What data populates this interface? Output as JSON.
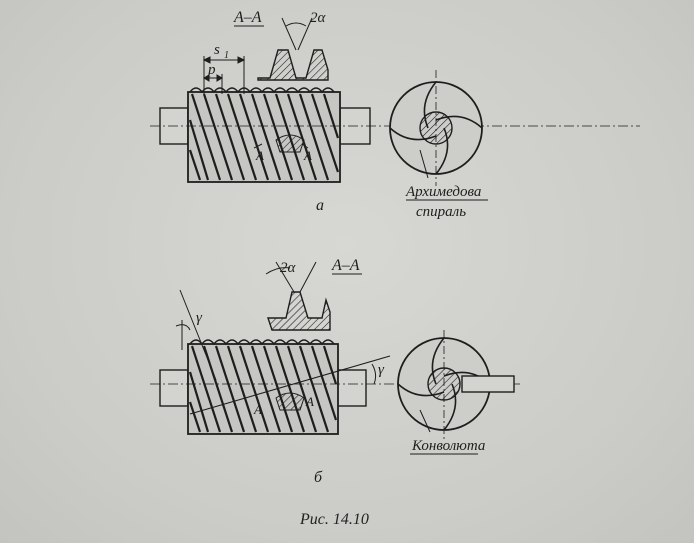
{
  "top": {
    "section_label": "A–A",
    "angle_label": "2α",
    "pitch_s_label": "s",
    "pitch_s_sub": "1",
    "pitch_p_label": "p",
    "cut_mark_left": "A",
    "cut_mark_right": "A",
    "callout_line1": "Архимедова",
    "callout_line2": "спираль",
    "sub_caption": "а"
  },
  "bottom": {
    "section_label": "A–A",
    "angle_label": "2α",
    "gamma_left": "γ",
    "gamma_right": "γ",
    "cut_mark_left": "A",
    "cut_mark_right": "A",
    "callout": "Конволюта",
    "sub_caption": "б"
  },
  "figure_caption": "Рис. 14.10",
  "colors": {
    "ink": "#1e1e1e",
    "paper": "#cfcfcb"
  }
}
